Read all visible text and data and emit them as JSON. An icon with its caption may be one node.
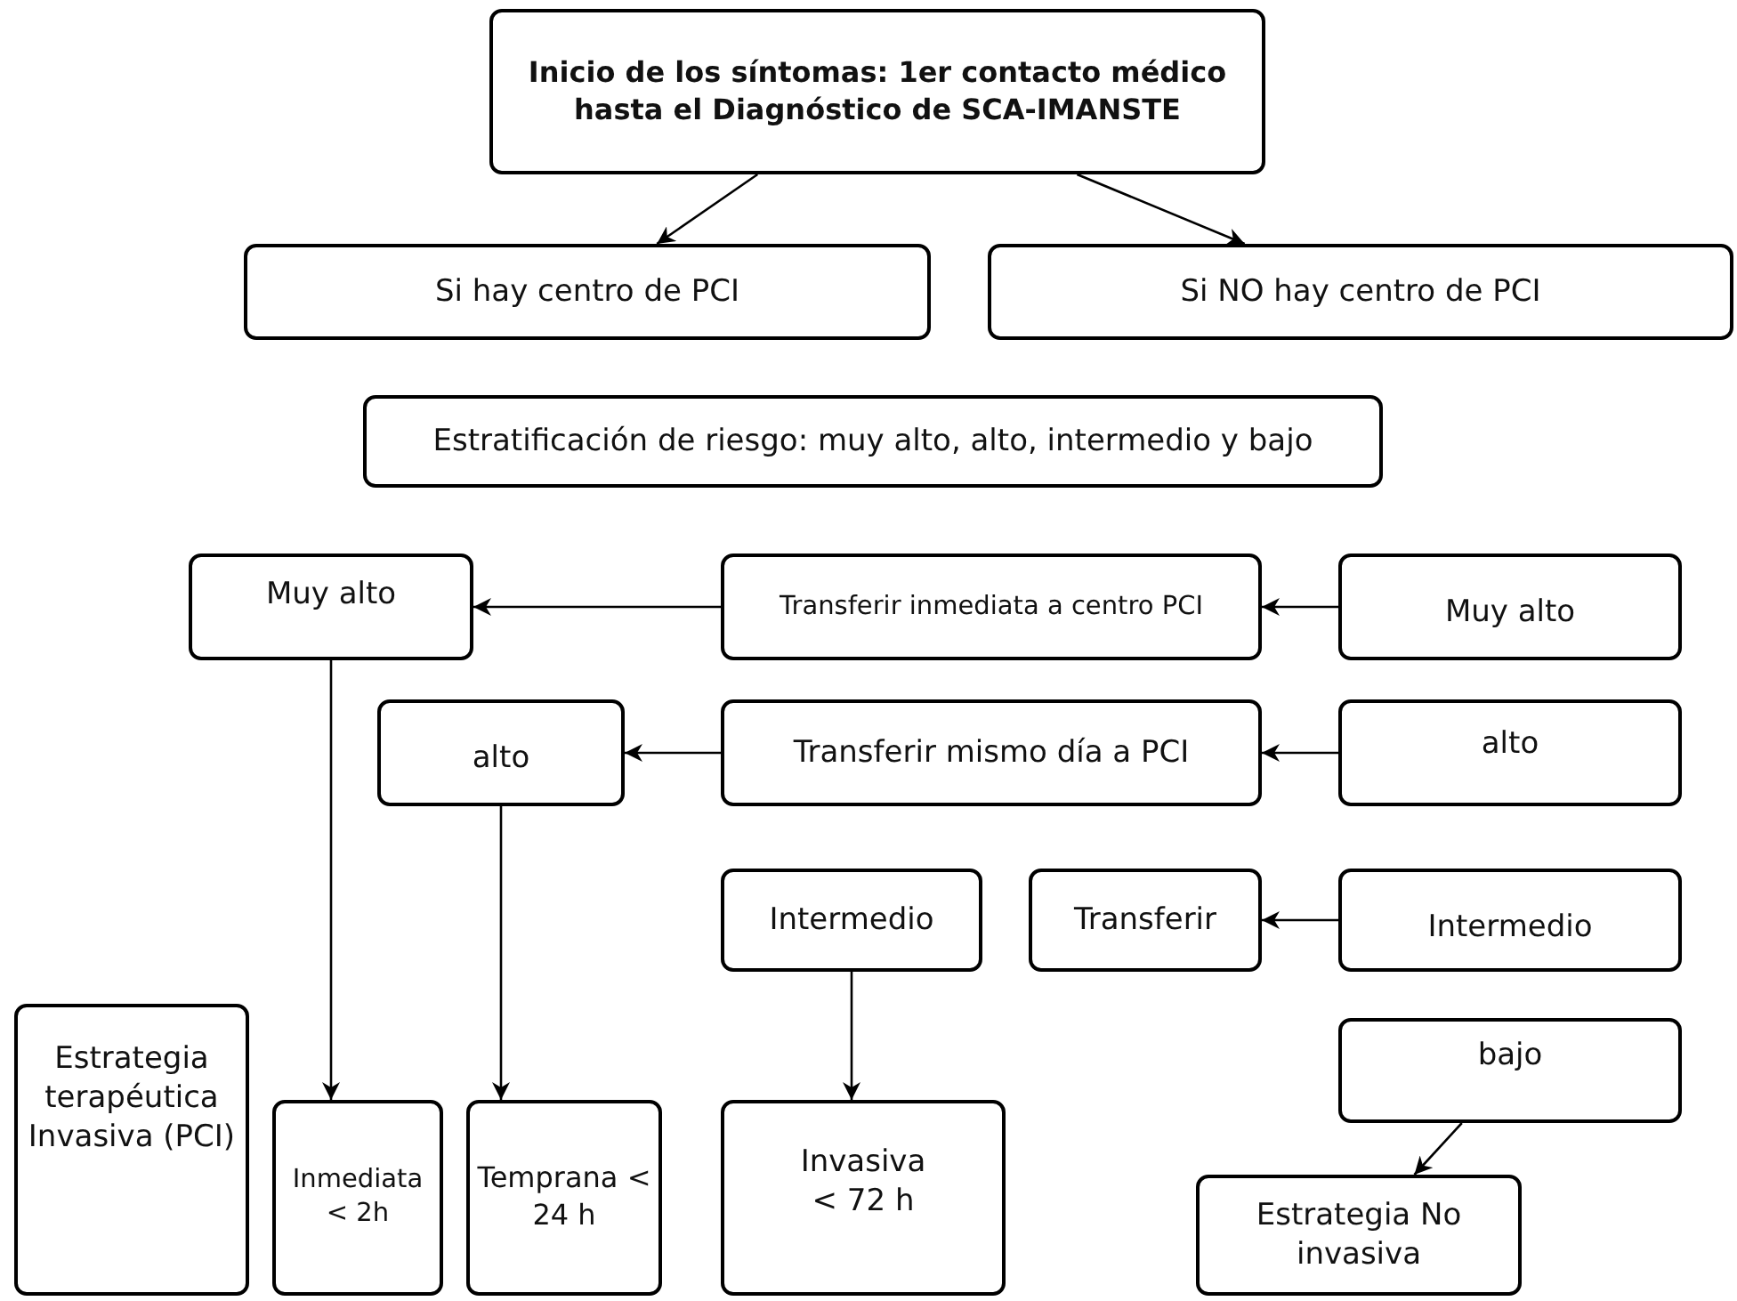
{
  "diagram": {
    "nodes": [
      {
        "text": [
          "Inicio de los síntomas: 1er contacto médico hasta el Diagnóstico de SCA-IMANSTE"
        ]
      },
      {
        "text": [
          "Si hay centro de PCI"
        ]
      },
      {
        "text": [
          "Si NO hay centro de PCI"
        ]
      },
      {
        "text": [
          "Estratificación de riesgo: muy alto, alto, intermedio y bajo"
        ]
      },
      {
        "text": [
          "Muy alto"
        ]
      },
      {
        "text": [
          "Transferir inmediata a centro PCI"
        ]
      },
      {
        "text": [
          "Muy alto"
        ]
      },
      {
        "text": [
          "alto"
        ]
      },
      {
        "text": [
          "Transferir mismo día a PCI"
        ]
      },
      {
        "text": [
          "alto"
        ]
      },
      {
        "text": [
          "Intermedio"
        ]
      },
      {
        "text": [
          "Transferir"
        ]
      },
      {
        "text": [
          "Intermedio"
        ]
      },
      {
        "text": [
          "Estrategia terapéutica Invasiva (PCI)"
        ]
      },
      {
        "text": [
          "Inmediata < 2h"
        ]
      },
      {
        "text": [
          "Temprana < 24 h"
        ]
      },
      {
        "text": [
          "Invasiva < 72 h"
        ]
      },
      {
        "text": [
          "bajo"
        ]
      },
      {
        "text": [
          "Estrategia No invasiva"
        ]
      }
    ],
    "edges": [
      {
        "from": 0,
        "to": 1,
        "arrow": "to"
      },
      {
        "from": 0,
        "to": 2,
        "arrow": "to"
      },
      {
        "from": 5,
        "to": 4,
        "arrow": "to"
      },
      {
        "from": 6,
        "to": 5,
        "arrow": "to"
      },
      {
        "from": 8,
        "to": 7,
        "arrow": "to"
      },
      {
        "from": 9,
        "to": 8,
        "arrow": "to"
      },
      {
        "from": 12,
        "to": 11,
        "arrow": "to"
      },
      {
        "from": 4,
        "to": 14,
        "arrow": "to"
      },
      {
        "from": 7,
        "to": 15,
        "arrow": "to"
      },
      {
        "from": 10,
        "to": 16,
        "arrow": "to"
      },
      {
        "from": 17,
        "to": 18,
        "arrow": "to"
      }
    ]
  }
}
